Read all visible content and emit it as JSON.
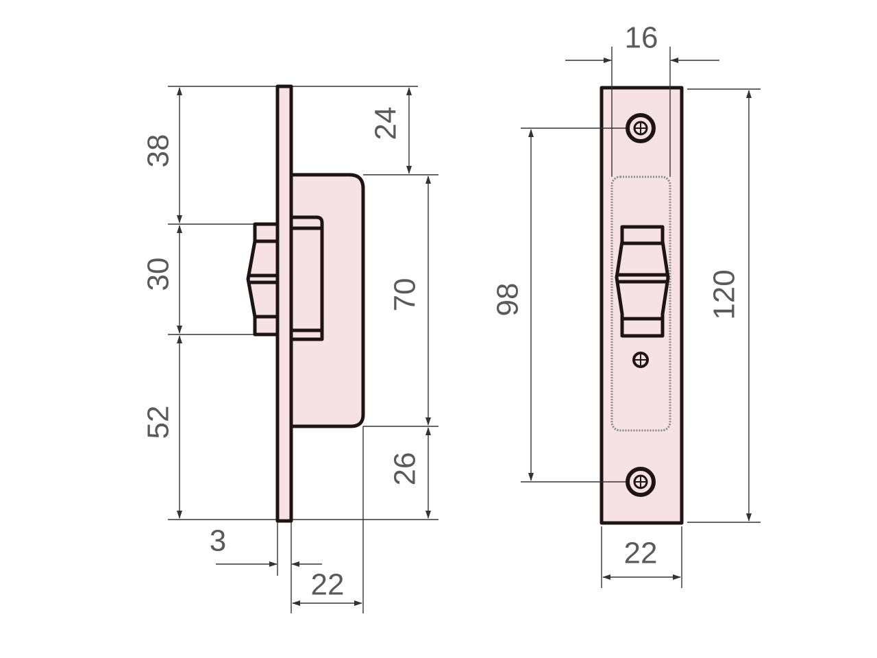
{
  "drawing": {
    "colors": {
      "part_fill": "#f6e1e4",
      "outline": "#1e1414",
      "dimension_text": "#5a5a5a"
    },
    "side_view": {
      "dimensions": {
        "top_left": "38",
        "bolt_height": "30",
        "bottom_left": "52",
        "top_right": "24",
        "body_height": "70",
        "bottom_right": "26",
        "plate_thickness": "3",
        "body_depth": "22"
      }
    },
    "front_view": {
      "dimensions": {
        "bolt_width": "16",
        "plate_width": "22",
        "screw_spacing": "98",
        "plate_height": "120"
      }
    }
  }
}
